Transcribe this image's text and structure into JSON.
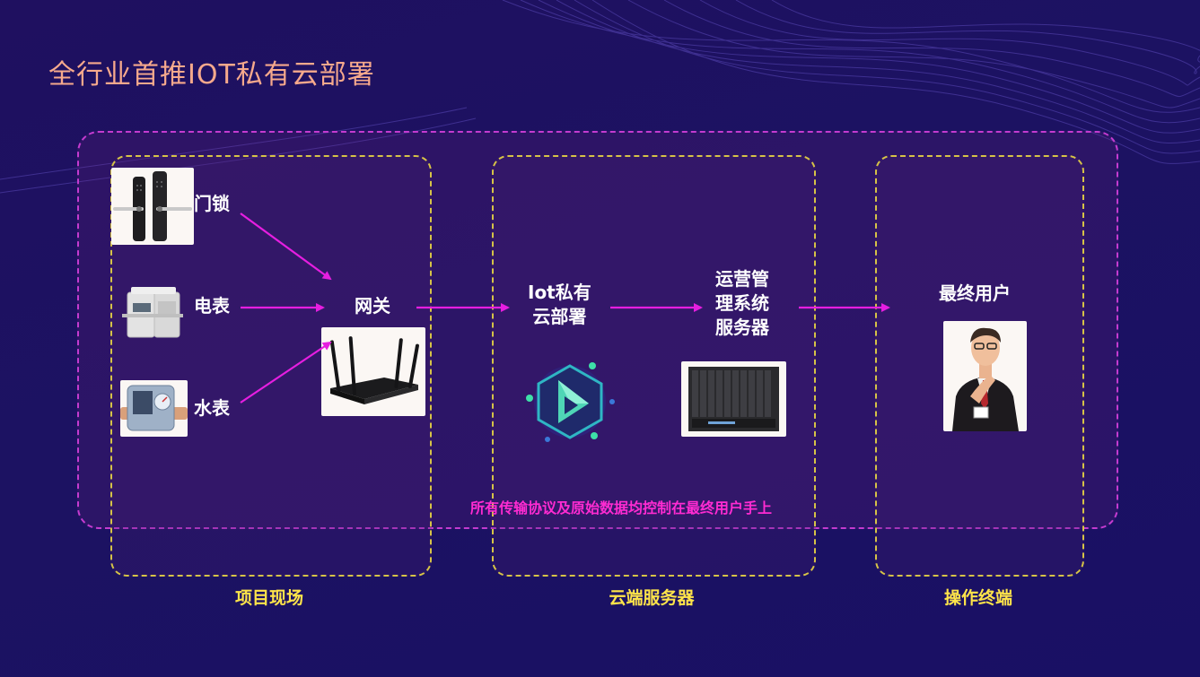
{
  "title": "全行业首推IOT私有云部署",
  "zones": {
    "site": "项目现场",
    "cloud": "云端服务器",
    "terminal": "操作终端"
  },
  "nodes": {
    "door_lock": "门锁",
    "electric_meter": "电表",
    "water_meter": "水表",
    "gateway": "网关",
    "iot_cloud": "Iot私有\n云部署",
    "ops_server": "运营管\n理系统\n服务器",
    "end_user": "最终用户"
  },
  "note": "所有传输协议及原始数据均控制在最终用户手上",
  "colors": {
    "title": "#f6a98c",
    "arrow": "#e61ee0",
    "zone_border": "#d6c347",
    "outer_border": "#c43bd0",
    "zone_label": "#ffe44a",
    "note": "#ff2bd2"
  },
  "icons": [
    "door-lock-photo",
    "electric-meter-photo",
    "water-meter-photo",
    "router-photo",
    "cloud-logo-icon",
    "server-rack-photo",
    "businessman-photo"
  ]
}
